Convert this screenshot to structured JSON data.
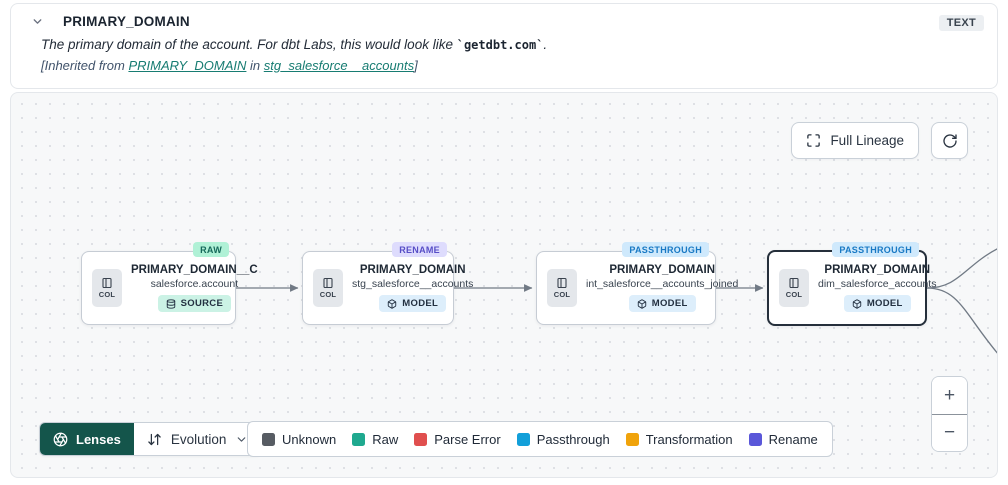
{
  "panel": {
    "title": "PRIMARY_DOMAIN",
    "type_badge": "TEXT",
    "description": {
      "prefix": "The primary domain of the account. For dbt Labs, this would look like ",
      "code": "`getdbt.com`",
      "suffix": "."
    },
    "inherited": {
      "prefix": "[Inherited from ",
      "link_column": "PRIMARY_DOMAIN",
      "middle": " in ",
      "link_model": "stg_salesforce__accounts",
      "suffix": "]"
    }
  },
  "canvas": {
    "full_lineage_button": "Full Lineage",
    "zoom_in": "+",
    "zoom_out": "−",
    "nodes": [
      {
        "badge": "RAW",
        "title": "PRIMARY_DOMAIN__C",
        "subtitle": "salesforce.account",
        "resource": "SOURCE",
        "col_label": "COL"
      },
      {
        "badge": "RENAME",
        "title": "PRIMARY_DOMAIN",
        "subtitle": "stg_salesforce__accounts",
        "resource": "MODEL",
        "col_label": "COL"
      },
      {
        "badge": "PASSTHROUGH",
        "title": "PRIMARY_DOMAIN",
        "subtitle": "int_salesforce__accounts_joined",
        "resource": "MODEL",
        "col_label": "COL"
      },
      {
        "badge": "PASSTHROUGH",
        "title": "PRIMARY_DOMAIN",
        "subtitle": "dim_salesforce_accounts",
        "resource": "MODEL",
        "col_label": "COL"
      }
    ]
  },
  "toolbar": {
    "lenses_label": "Lenses",
    "lens_selected": "Evolution"
  },
  "legend": {
    "items": [
      {
        "label": "Unknown",
        "color": "#575c63"
      },
      {
        "label": "Raw",
        "color": "#1fa98f"
      },
      {
        "label": "Parse Error",
        "color": "#e04f4e"
      },
      {
        "label": "Passthrough",
        "color": "#129fd9"
      },
      {
        "label": "Transformation",
        "color": "#f0a30b"
      },
      {
        "label": "Rename",
        "color": "#5a57d9"
      }
    ]
  }
}
